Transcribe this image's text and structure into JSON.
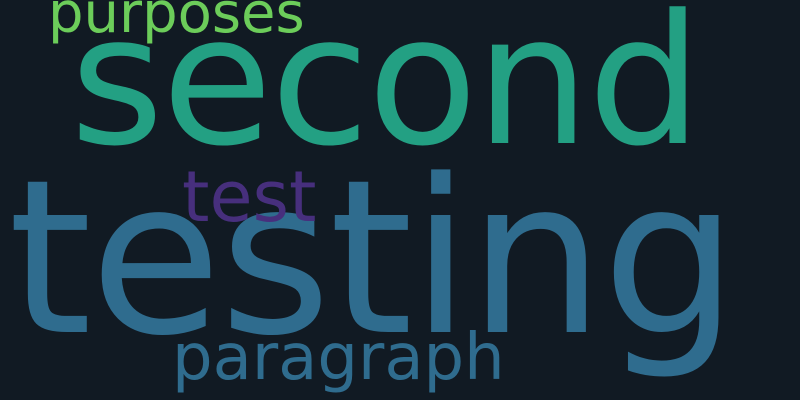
{
  "words": [
    {
      "id": "purposes",
      "text": "purposes",
      "color": "#6ccd5a"
    },
    {
      "id": "second",
      "text": "second",
      "color": "#23a083"
    },
    {
      "id": "test",
      "text": "test",
      "color": "#472f7d"
    },
    {
      "id": "testing",
      "text": "testing",
      "color": "#2f6c8e"
    },
    {
      "id": "paragraph",
      "text": "paragraph",
      "color": "#2f6c8e"
    }
  ],
  "background": "#111a23"
}
